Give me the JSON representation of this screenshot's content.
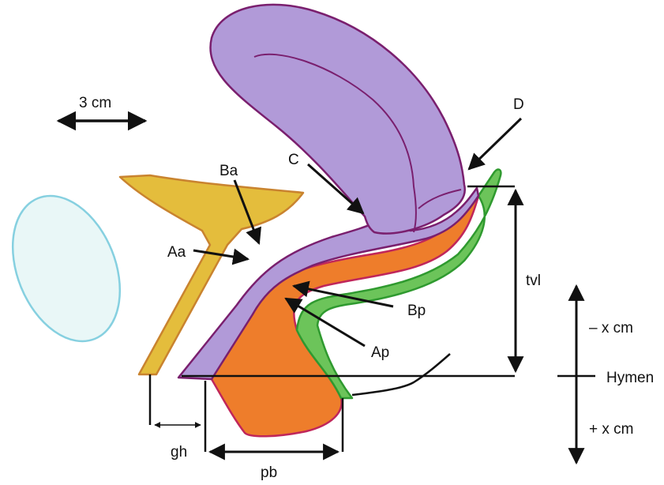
{
  "labels": {
    "scale": "3 cm",
    "ba": "Ba",
    "aa": "Aa",
    "c": "C",
    "d": "D",
    "bp": "Bp",
    "ap": "Ap",
    "tvl": "tvl",
    "minus_x": "–  x cm",
    "hymen": "Hymen",
    "plus_x": "+ x cm",
    "gh": "gh",
    "pb": "pb"
  },
  "colors": {
    "uterus_fill": "#b19ad8",
    "uterus_stroke": "#7a1f6e",
    "anterior_wall": "#b19ad8",
    "rectum_fill": "#ee7d2b",
    "rectum_stroke": "#c0265a",
    "posterior_wall": "#6cc45a",
    "posterior_stroke": "#2f9a2f",
    "bone_fill": "#e4bd3c",
    "bone_stroke": "#c9832f",
    "bladder_fill": "#e9f7f7",
    "bladder_stroke": "#86d0e0",
    "ink": "#111111"
  }
}
